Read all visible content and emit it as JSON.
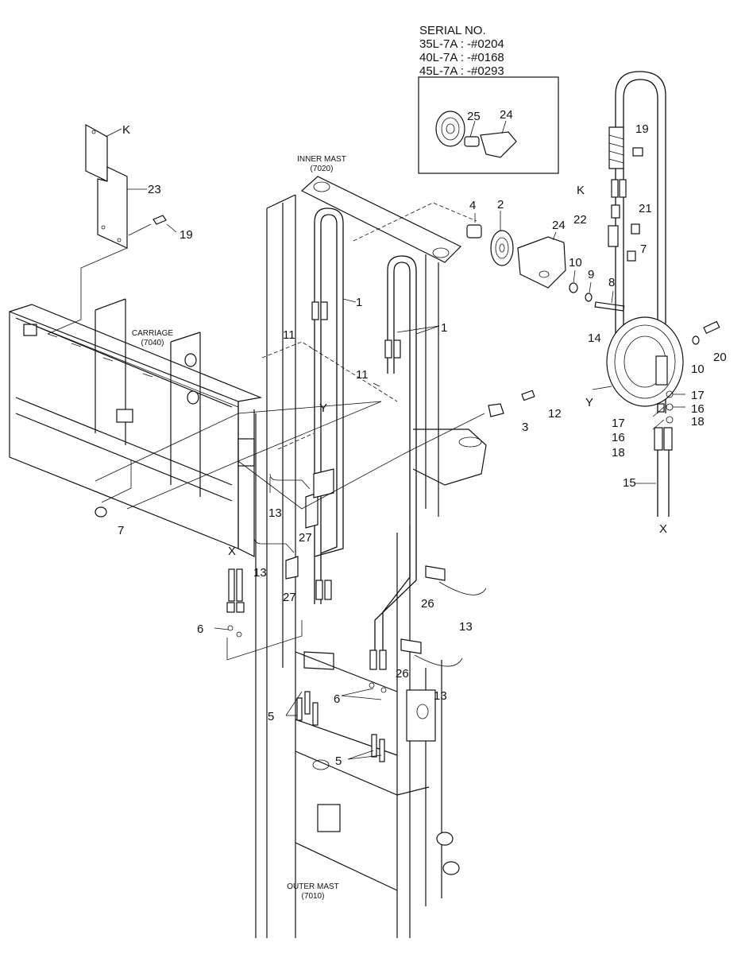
{
  "serial": {
    "title": "SERIAL NO.",
    "line1": "35L-7A : -#0204",
    "line2": "40L-7A : -#0168",
    "line3": "45L-7A : -#0293"
  },
  "captions": {
    "inner_mast": "INNER MAST",
    "inner_mast_code": "(7020)",
    "carriage": "CARRIAGE",
    "carriage_code": "(7040)",
    "outer_mast": "OUTER MAST",
    "outer_mast_code": "(7010)"
  },
  "callouts": {
    "k_top": "K",
    "n23": "23",
    "n19_left": "19",
    "n25": "25",
    "n24_inset": "24",
    "n4": "4",
    "n2": "2",
    "n24": "24",
    "n10_a": "10",
    "n9": "9",
    "n8": "8",
    "n1_left": "1",
    "n1_right": "1",
    "n11_top": "11",
    "n11_mid": "11",
    "y_mid": "Y",
    "n12": "12",
    "n3": "3",
    "n7_left": "7",
    "n13_a": "13",
    "n27_a": "27",
    "x_left": "X",
    "n13_b": "13",
    "n27_b": "27",
    "n6_left": "6",
    "n26_a": "26",
    "n13_c": "13",
    "n26_b": "26",
    "n13_d": "13",
    "n6_mid": "6",
    "n5_left": "5",
    "n5_mid": "5",
    "n19_right": "19",
    "k_right": "K",
    "n21": "21",
    "n22": "22",
    "n7_right": "7",
    "n14": "14",
    "n10_b": "10",
    "n20": "20",
    "y_right": "Y",
    "n17_a": "17",
    "n16_a": "16",
    "n17_b": "17",
    "n18_a": "18",
    "n16_b": "16",
    "n18_b": "18",
    "n15": "15",
    "x_right": "X"
  }
}
